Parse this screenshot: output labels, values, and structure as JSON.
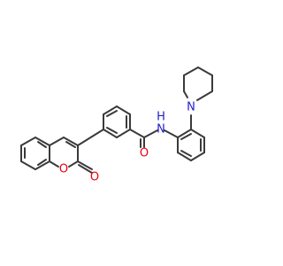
{
  "molecule": {
    "atom_labels": {
      "ring_oxygen": "O",
      "carbonyl_oxygen_lactone": "O",
      "carbonyl_oxygen_amide": "O",
      "amide_nitrogen": "N",
      "amide_hydrogen": "H",
      "piperidine_nitrogen": "N"
    },
    "colors": {
      "bond": "#3a3a3a",
      "oxygen": "#e8000b",
      "nitrogen": "#1f1fcc"
    }
  }
}
